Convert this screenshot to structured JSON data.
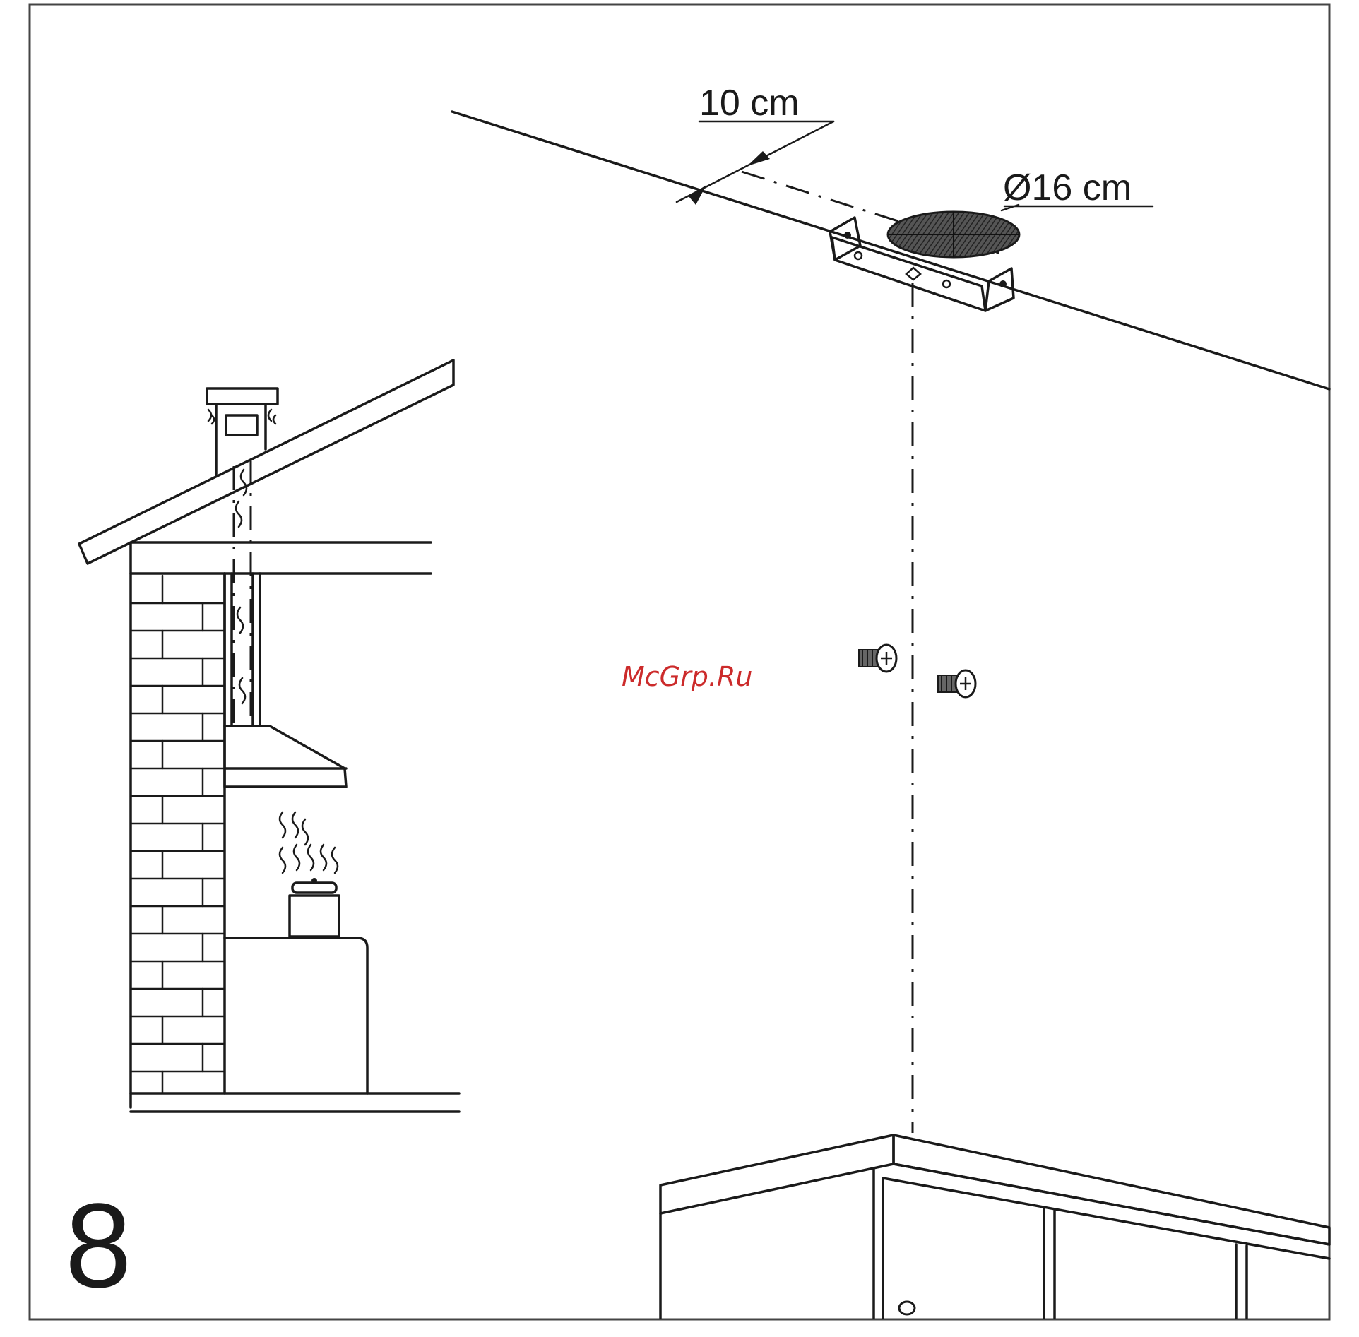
{
  "step_number": "8",
  "dim_offset": "10 cm",
  "dim_diameter": "Ø16 cm",
  "watermark": "McGrp.Ru"
}
